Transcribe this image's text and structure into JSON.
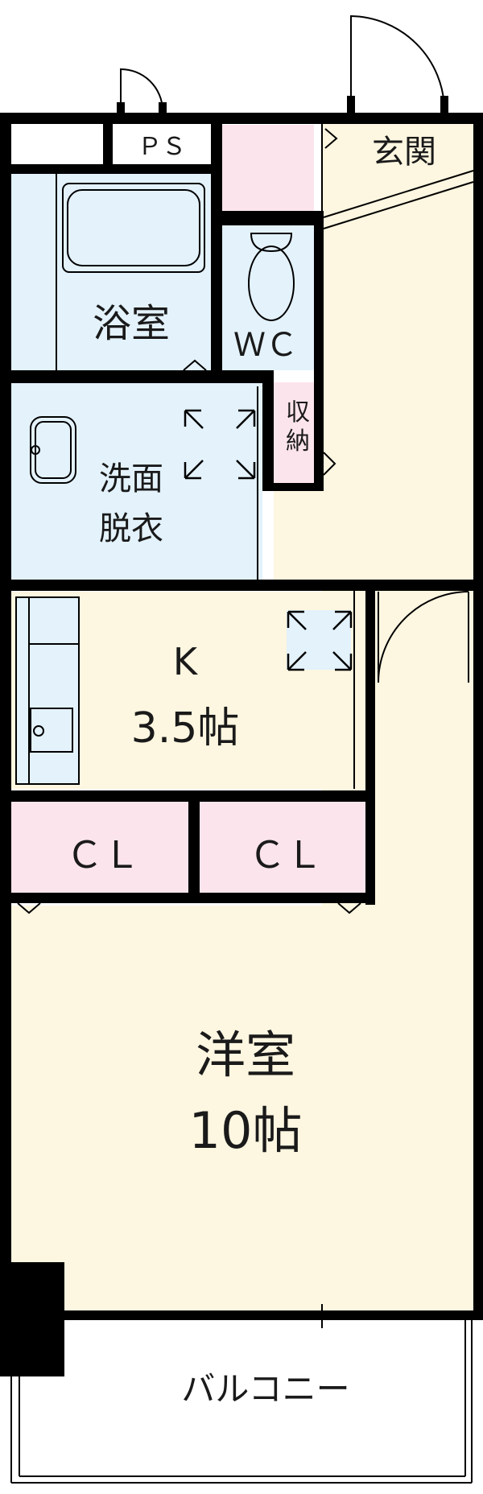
{
  "rooms": {
    "genkan": "玄関",
    "ps": "ＰＳ",
    "bath": "浴室",
    "wc": "ＷＣ",
    "storage_line1": "収",
    "storage_line2": "納",
    "washroom_line1": "洗面",
    "washroom_line2": "脱衣",
    "kitchen_line1": "K",
    "kitchen_line2": "3.5帖",
    "closet_left": "ＣＬ",
    "closet_right": "ＣＬ",
    "western_line1": "洋室",
    "western_line2": "10帖",
    "balcony": "バルコニー"
  },
  "colors": {
    "wall": "#000000",
    "room_cream": "#fdf6e0",
    "wet_blue": "#e3f2fb",
    "storage_pink": "#fce4ec",
    "line_blue": "#5a8fb0"
  }
}
